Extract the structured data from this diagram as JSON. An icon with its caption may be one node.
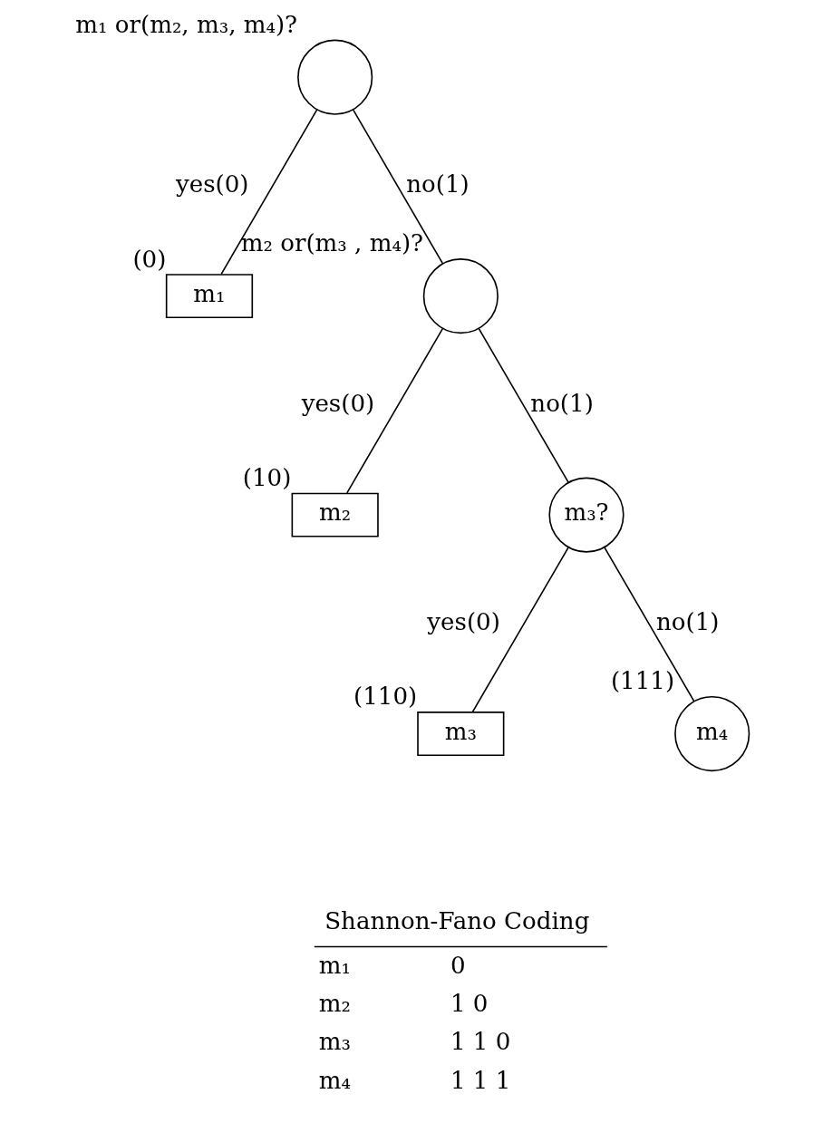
{
  "diagram": {
    "nodes": [
      {
        "text": [
          "m₁ or(m₂, m₃, m₄)?"
        ]
      },
      {
        "text": [
          "m₁"
        ],
        "beside": [
          "(0)"
        ]
      },
      {
        "text": [
          "m₂ or(m₃ , m₄)?"
        ]
      },
      {
        "text": [
          "m₂"
        ],
        "beside": [
          "(10)"
        ]
      },
      {
        "text": [
          "m₃?"
        ]
      },
      {
        "text": [
          "m₃"
        ],
        "beside": [
          "(110)"
        ]
      },
      {
        "text": [
          "m₄"
        ],
        "beside": [
          "(111)"
        ]
      }
    ],
    "edges": [
      {
        "from": 0,
        "to": 1,
        "arrow": "none",
        "label": "yes(0)"
      },
      {
        "from": 0,
        "to": 2,
        "arrow": "none",
        "label": "no(1)"
      },
      {
        "from": 2,
        "to": 3,
        "arrow": "none",
        "label": "yes(0)"
      },
      {
        "from": 2,
        "to": 4,
        "arrow": "none",
        "label": "no(1)"
      },
      {
        "from": 4,
        "to": 5,
        "arrow": "none",
        "label": "yes(0)"
      },
      {
        "from": 4,
        "to": 6,
        "arrow": "none",
        "label": "no(1)"
      }
    ],
    "labels": [
      "Shannon-Fano Coding",
      "m₁",
      "0",
      "m₂",
      "1 0",
      "m₃",
      "1 1 0",
      "m₄",
      "1 1 1"
    ]
  }
}
